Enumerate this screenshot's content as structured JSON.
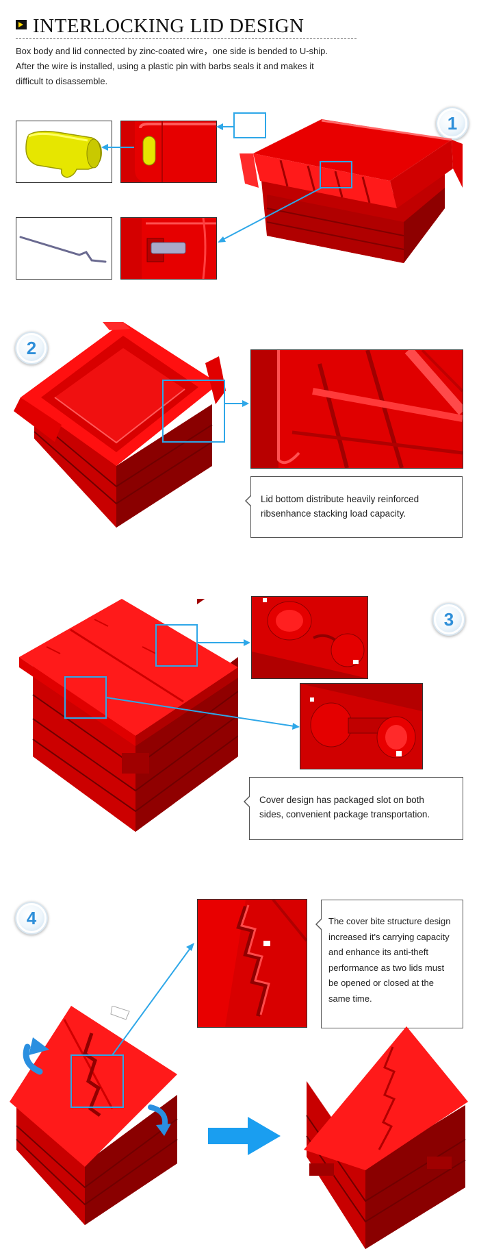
{
  "header": {
    "title": "INTERLOCKING LID DESIGN",
    "intro_lines": [
      "Box body and lid connected by zinc-coated wire，one side is bended to U-ship.",
      "After the wire is installed, using a plastic pin with barbs seals it and makes it",
      "difficult to disassemble."
    ]
  },
  "sections": [
    {
      "number": "1"
    },
    {
      "number": "2",
      "callout_lines": [
        "Lid bottom distribute heavily reinforced",
        "ribsenhance stacking load capacity."
      ]
    },
    {
      "number": "3",
      "callout_lines": [
        "Cover design has packaged slot on both",
        "sides, convenient package transportation."
      ]
    },
    {
      "number": "4",
      "callout_lines": [
        "The cover bite structure design",
        "increased it's carrying capacity",
        "and  enhance its anti-theft",
        "performance as two lids must",
        "be opened or closed at the",
        "same time."
      ]
    }
  ],
  "colors": {
    "product_red": "#e00000",
    "dark_red": "#a80000",
    "callout_blue": "#2ea7e8",
    "pin_yellow": "#e6e600"
  }
}
